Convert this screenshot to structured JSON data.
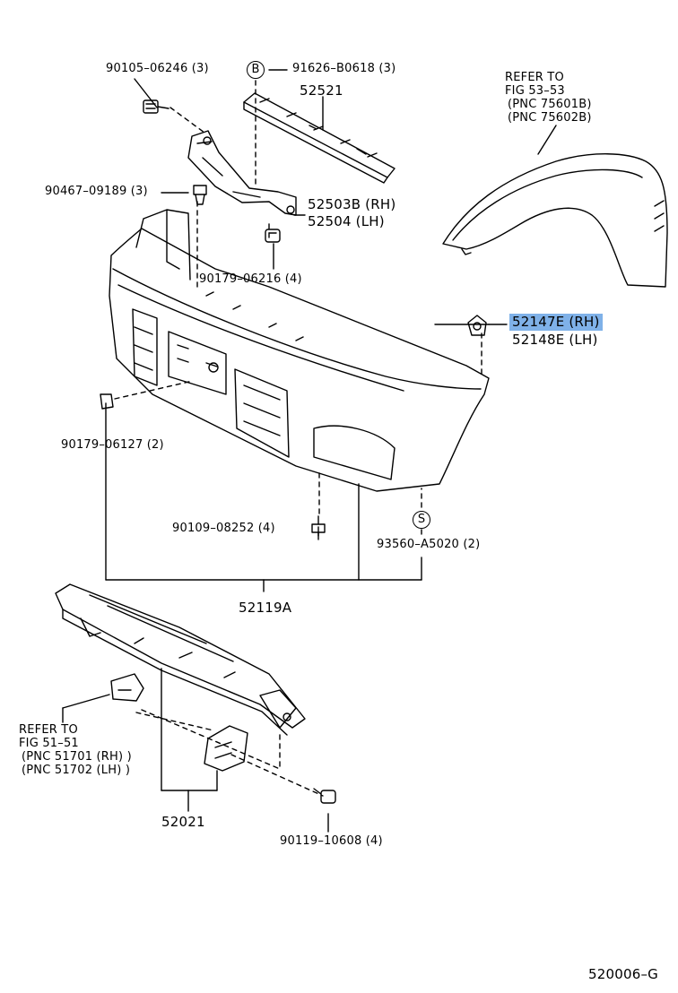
{
  "colors": {
    "line": "#000000",
    "highlight": "#7fb1e8",
    "background": "#ffffff"
  },
  "symbols": {
    "b": "B",
    "s": "S"
  },
  "labels": {
    "p90105": "90105–06246 (3)",
    "p91626": "91626–B0618 (3)",
    "p52521": "52521",
    "p90467": "90467–09189 (3)",
    "p52503b": "52503B (RH)",
    "p52504": "52504   (LH)",
    "p90179_06216": "90179–06216 (4)",
    "refer_fender_1": "REFER  TO",
    "refer_fender_2": "FIG  53–53",
    "refer_fender_3": "(PNC  75601B)",
    "refer_fender_4": "(PNC  75602B)",
    "p52147e": "52147E (RH)",
    "p52148e": "52148E (LH)",
    "p90179_06127": "90179–06127 (2)",
    "p90109": "90109–08252 (4)",
    "p93560": "93560–A5020 (2)",
    "p52119a": "52119A",
    "refer_bracket_1": "REFER  TO",
    "refer_bracket_2": "FIG  51–51",
    "refer_bracket_3": "(PNC  51701 (RH) )",
    "refer_bracket_4": "(PNC  51702 (LH) )",
    "p52021": "52021",
    "p90119": "90119–10608 (4)",
    "figure_code": "520006–G"
  }
}
